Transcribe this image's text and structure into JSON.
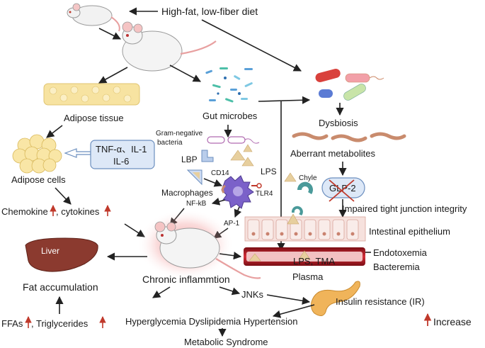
{
  "labels": {
    "diet": "High-fat, low-fiber diet",
    "adipose_tissue": "Adipose tissue",
    "gut_microbes": "Gut microbes",
    "dysbiosis": "Dysbiosis",
    "gram_negative_1": "Gram-negative",
    "gram_negative_2": "bacteria",
    "aberrant_metabolites": "Aberrant metabolites",
    "adipose_cells": "Adipose cells",
    "tnf": "TNF-α、IL-1",
    "il6": "IL-6",
    "lbp": "LBP",
    "lps": "LPS",
    "cd14": "CD14",
    "tlr4": "TLR4",
    "chyle": "Chyle",
    "glp2": "GLP-2",
    "macrophages": "Macrophages",
    "nfkb": "NF-kB",
    "ap1": "AP-1",
    "impaired_tj": "Impaired tight junction integrity",
    "chemokine": "Chemokine",
    "cytokines": ", cytokines",
    "intestinal_epithelium": "Intestinal epithelium",
    "liver": "Liver",
    "endotoxemia": "Endotoxemia",
    "lps_tma": "LPS, TMA",
    "bacteremia": "Bacteremia",
    "chronic_inflammation": "Chronic inflammtion",
    "plasma": "Plasma",
    "fat_accumulation": "Fat accumulation",
    "jnks": "JNKs",
    "insulin_resistance": "Insulin resistance (IR)",
    "ffas": "FFAs",
    "triglycerides": ", Triglycerides",
    "hyperglycemia": "Hyperglycemia Dyslipidemia Hypertension",
    "increase": "Increase",
    "metabolic_syndrome": "Metabolic Syndrome"
  },
  "colors": {
    "increase_arrow": "#c0392b",
    "liver": "#8b3a2f",
    "blood_vessel": "#a8141e",
    "cytokine_box": "#dde8f7",
    "adipose": "#f7e3a1",
    "macrophage": "#7b61c9",
    "pancreas": "#f0b45a"
  }
}
